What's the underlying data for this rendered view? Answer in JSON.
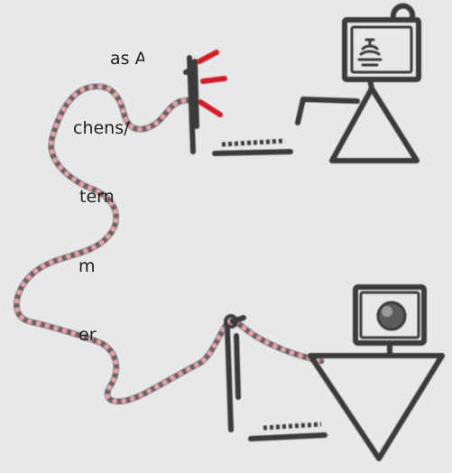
{
  "caption": {
    "lines": [
      "as Alter",
      "chens/",
      "tern",
      "m",
      "er"
    ]
  },
  "colors": {
    "background": "#e6e8ea",
    "ink": "#3a3a3a",
    "cable_dark": "#6d6466",
    "cable_red": "#d8737c",
    "signal": "#d21e28"
  },
  "icons": {
    "person_top": "person-with-computer-screen-icon",
    "person_bottom": "person-with-camera-icon",
    "monitor_top": "monitor-icon",
    "monitor_bottom": "monitor-icon",
    "keyboard_top": "keyboard-icon",
    "keyboard_bottom": "keyboard-icon",
    "signal_waves": "signal-waves-icon",
    "cable": "network-cable-icon"
  }
}
